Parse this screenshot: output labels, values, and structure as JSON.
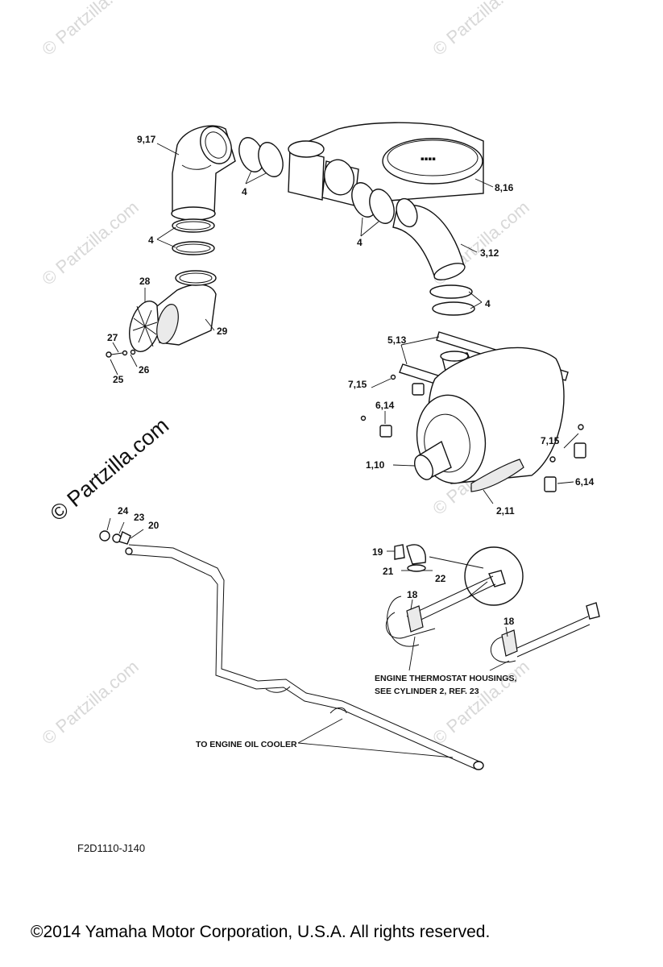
{
  "watermark": {
    "text": "© Partzilla.com"
  },
  "callouts": {
    "c1": "9,17",
    "c2": "4",
    "c3": "4",
    "c4": "8,16",
    "c5": "4",
    "c6": "3,12",
    "c7": "4",
    "c8": "28",
    "c9": "29",
    "c10": "27",
    "c11": "25",
    "c12": "26",
    "c13": "5,13",
    "c14": "7,15",
    "c15": "6,14",
    "c16": "7,15",
    "c17": "6,14",
    "c18": "1,10",
    "c19": "2,11",
    "c20": "24",
    "c21": "23",
    "c22": "20",
    "c23": "19",
    "c24": "21",
    "c25": "22",
    "c26": "18",
    "c27": "18"
  },
  "notes": {
    "thermostat_line1": "ENGINE THERMOSTAT HOUSINGS,",
    "thermostat_line2": "SEE CYLINDER 2, REF. 23",
    "oil_cooler": "TO ENGINE OIL COOLER"
  },
  "figure_code": "F2D1110-J140",
  "copyright": "©2014  Yamaha Motor Corporation, U.S.A. All rights reserved."
}
